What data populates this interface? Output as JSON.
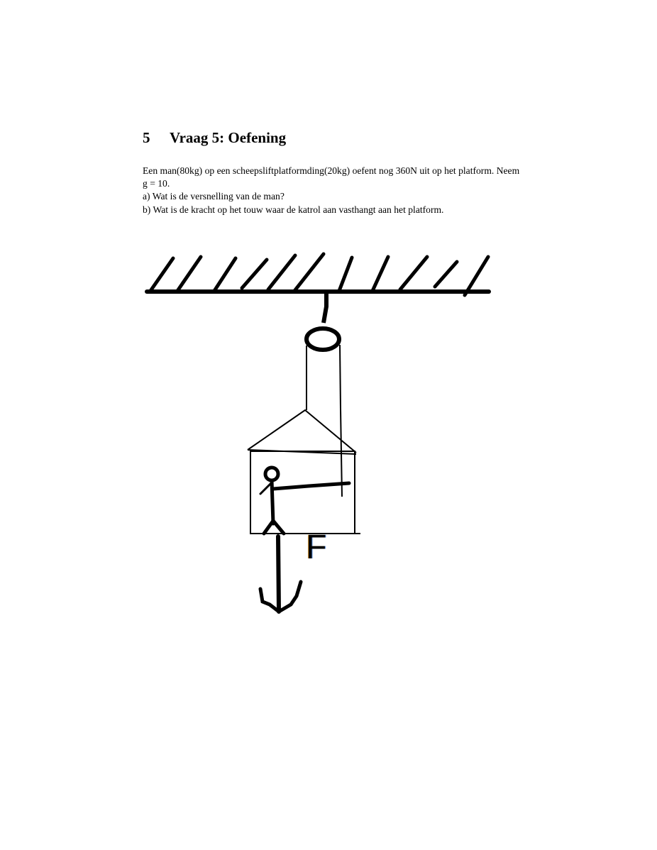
{
  "section": {
    "number": "5",
    "title": "Vraag 5: Oefening"
  },
  "problem": {
    "intro": "Een man(80kg) op een scheepsliftplatformding(20kg) oefent nog 360N uit op het platform. Neem g = 10.",
    "question_a": "a) Wat is de versnelling van de man?",
    "question_b": "b) Wat is de kracht op het touw waar de katrol aan vasthangt aan het platform."
  },
  "figure": {
    "force_label": "F",
    "elements": [
      "ceiling",
      "pulley",
      "rope",
      "platform",
      "man",
      "force-arrow"
    ]
  }
}
